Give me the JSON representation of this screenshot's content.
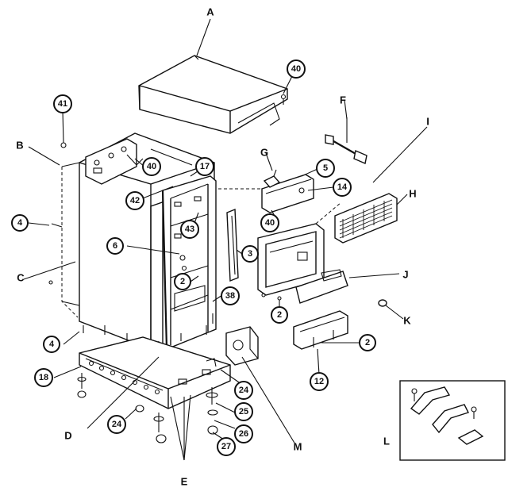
{
  "diagram": {
    "letter_labels": [
      "A",
      "B",
      "C",
      "D",
      "E",
      "F",
      "G",
      "H",
      "I",
      "J",
      "K",
      "L",
      "M"
    ],
    "number_labels": [
      "40",
      "41",
      "4",
      "17",
      "40",
      "5",
      "14",
      "42",
      "43",
      "40",
      "6",
      "3",
      "2",
      "38",
      "4",
      "18",
      "24",
      "25",
      "24",
      "26",
      "27",
      "2",
      "2",
      "12"
    ]
  }
}
